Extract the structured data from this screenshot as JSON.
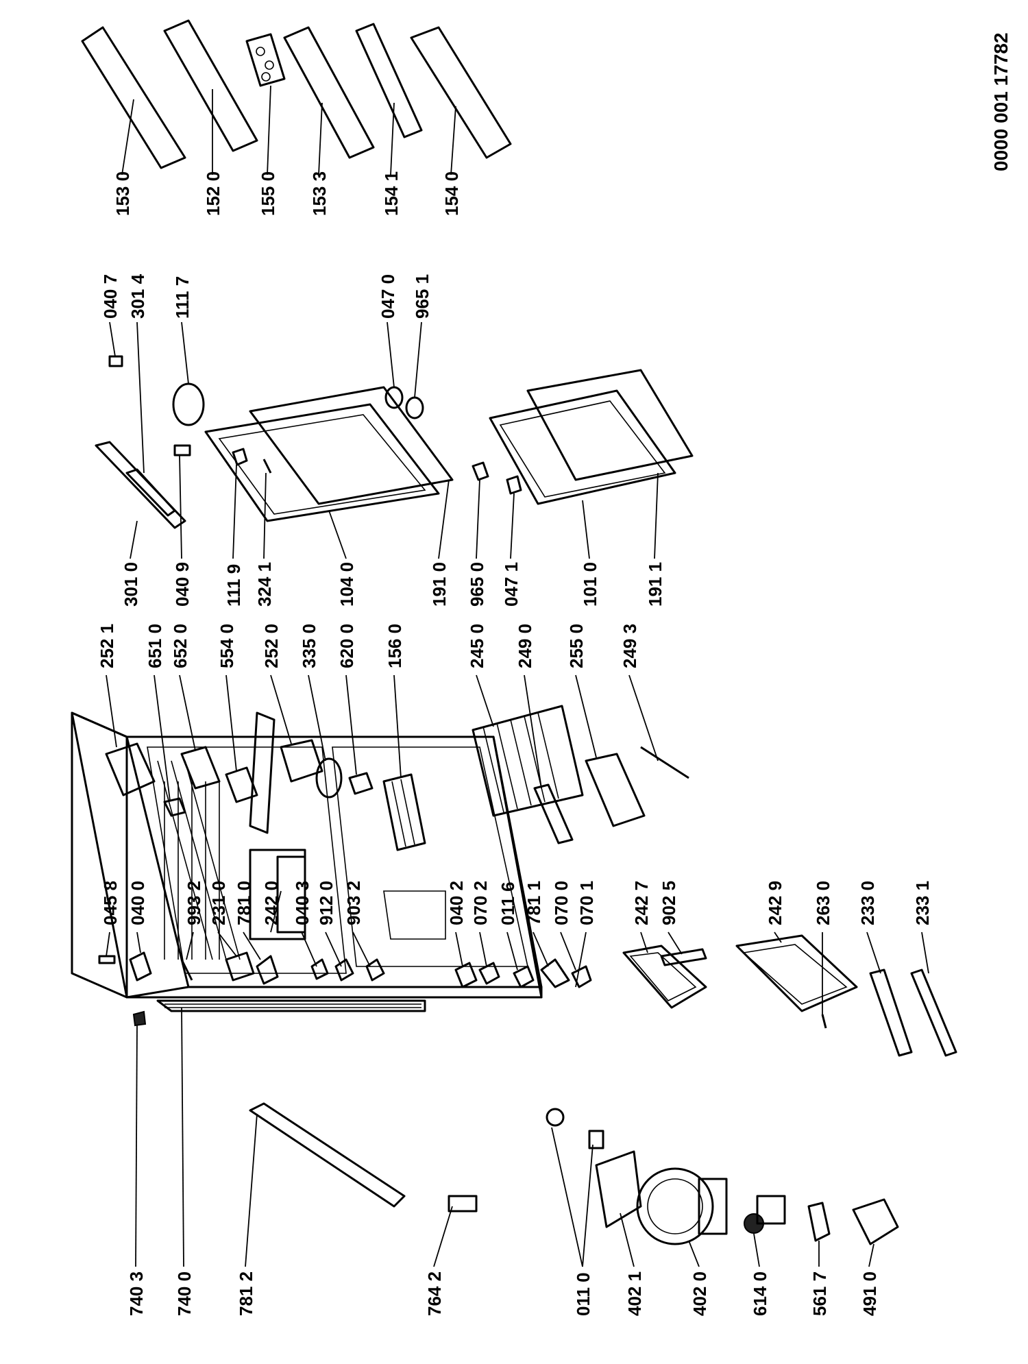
{
  "document": {
    "number": "0000 001 17782"
  },
  "labels": {
    "p740_3": "740 3",
    "p740_0": "740 0",
    "p781_2": "781 2",
    "p764_2": "764 2",
    "p011_0": "011 0",
    "p402_1": "402 1",
    "p402_0": "402 0",
    "p614_0": "614 0",
    "p561_7": "561 7",
    "p491_0": "491 0",
    "p045_8": "045 8",
    "p040_0": "040 0",
    "p993_2": "993 2",
    "p231_0": "231 0",
    "p781_0": "781 0",
    "p242_0": "242 0",
    "p040_3": "040 3",
    "p912_0": "912 0",
    "p903_2": "903 2",
    "p040_2": "040 2",
    "p070_2": "070 2",
    "p011_6": "011 6",
    "p781_1": "781 1",
    "p070_0": "070 0",
    "p070_1": "070 1",
    "p242_7": "242 7",
    "p902_5": "902 5",
    "p242_9": "242 9",
    "p263_0": "263 0",
    "p233_0": "233 0",
    "p233_1": "233 1",
    "p252_1": "252 1",
    "p651_0": "651 0",
    "p652_0": "652 0",
    "p554_0": "554 0",
    "p252_0": "252 0",
    "p335_0": "335 0",
    "p620_0": "620 0",
    "p156_0": "156 0",
    "p245_0": "245 0",
    "p249_0": "249 0",
    "p255_0": "255 0",
    "p249_3": "249 3",
    "p301_0": "301 0",
    "p040_9": "040 9",
    "p111_9": "111 9",
    "p324_1": "324 1",
    "p104_0": "104 0",
    "p191_0": "191 0",
    "p965_0": "965 0",
    "p047_1": "047 1",
    "p101_0": "101 0",
    "p191_1": "191 1",
    "p040_7": "040 7",
    "p301_4": "301 4",
    "p111_7": "111 7",
    "p047_0": "047 0",
    "p965_1": "965 1",
    "p153_0": "153 0",
    "p152_0": "152 0",
    "p155_0": "155 0",
    "p153_3": "153 3",
    "p154_1": "154 1",
    "p154_0": "154 0"
  }
}
